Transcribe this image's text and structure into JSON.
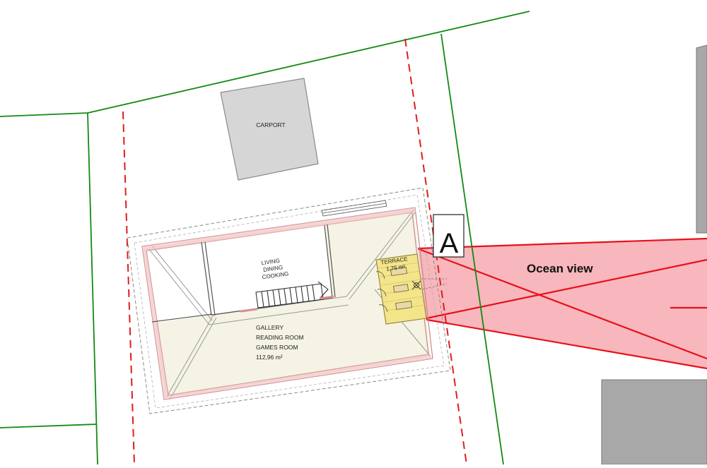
{
  "carport_label": "CARPORT",
  "living_lines": [
    "LIVING",
    "DINING",
    "COOKING"
  ],
  "gallery_lines": [
    "GALLERY",
    "READING ROOM",
    "GAMES ROOM"
  ],
  "gallery_area": "112,96 m²",
  "terrace_label": "TERRACE",
  "terrace_area": "1,75 m²",
  "section_marker": "A",
  "view_label": "Ocean view",
  "colors": {
    "boundary": "#138a13",
    "setback": "#e01d1d",
    "view_fill": "#f7b3b8",
    "view_line": "#e8101a",
    "wall": "#f2c4c6",
    "floor": "#f5f3e3",
    "carport": "#d6d6d6",
    "neighbor": "#a8a8a8"
  }
}
